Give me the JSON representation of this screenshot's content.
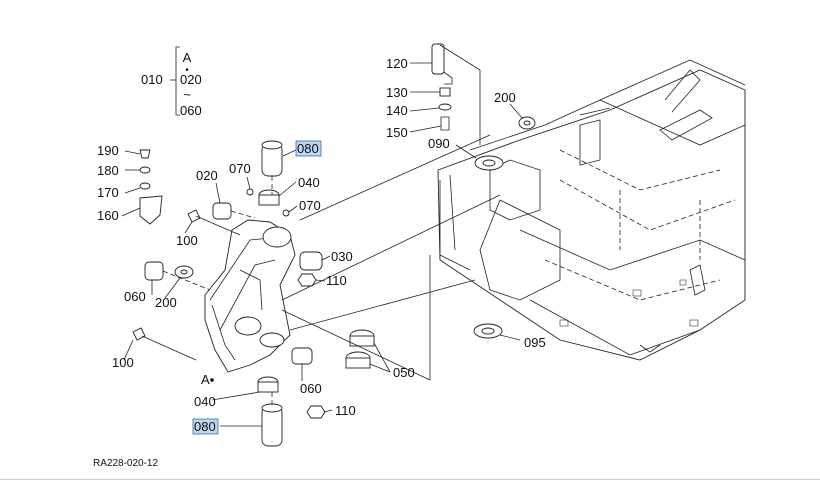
{
  "diagram": {
    "drawing_code": "RA228-020-12",
    "group": {
      "number": "010",
      "top": "A",
      "dot": "•",
      "from": "020",
      "tilde": "~",
      "to": "060"
    },
    "callouts": {
      "p120": "120",
      "p130": "130",
      "p140": "140",
      "p150": "150",
      "p200_top": "200",
      "p090": "090",
      "p190": "190",
      "p180": "180",
      "p170": "170",
      "p160": "160",
      "p100_top": "100",
      "p020": "020",
      "p070_left": "070",
      "p080_top": "080",
      "p040_top": "040",
      "p070_right": "070",
      "p030": "030",
      "p110_top": "110",
      "p060_left": "060",
      "p200_mid": "200",
      "p100_bottom": "100",
      "pA": "A",
      "p040_bottom": "040",
      "p080_bottom": "080",
      "p060_bottom": "060",
      "p110_bottom": "110",
      "p050": "050",
      "p095": "095"
    },
    "highlighted": [
      "080"
    ],
    "highlight_color": "#bcd6ef"
  }
}
